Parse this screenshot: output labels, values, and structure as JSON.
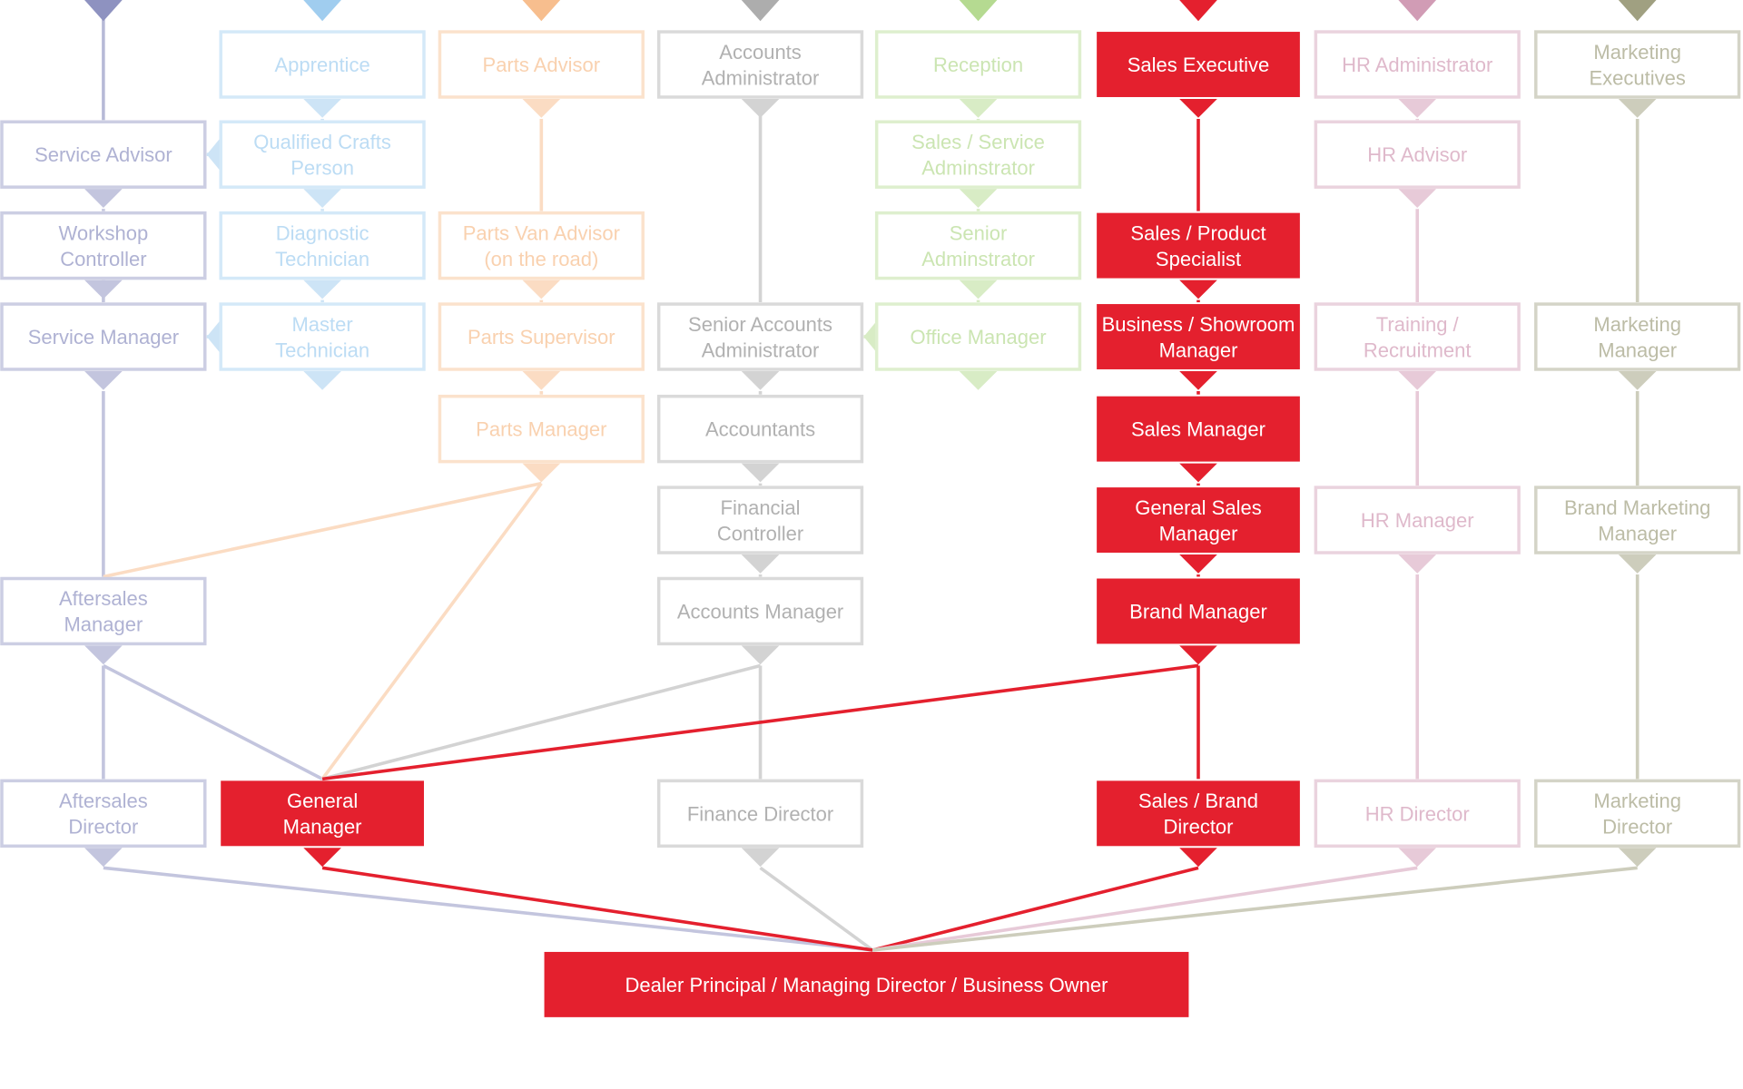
{
  "colors": {
    "active": "#e4202e",
    "active_text": "#ffffff",
    "dimmed_text": "#bdbdbd",
    "background": "#ffffff",
    "columns": {
      "service": "#7a7fb5",
      "technician": "#8fc4ec",
      "parts": "#f5b27a",
      "accounts": "#9e9e9e",
      "admin": "#a8d47e",
      "sales": "#e4202e",
      "hr": "#c98aa8",
      "marketing": "#8f8f6b"
    }
  },
  "columns": [
    {
      "id": "service",
      "icon": "triangle-marker-icon"
    },
    {
      "id": "technician",
      "icon": "triangle-marker-icon"
    },
    {
      "id": "parts",
      "icon": "triangle-marker-icon"
    },
    {
      "id": "accounts",
      "icon": "triangle-marker-icon"
    },
    {
      "id": "admin",
      "icon": "triangle-marker-icon"
    },
    {
      "id": "sales",
      "icon": "triangle-marker-icon"
    },
    {
      "id": "hr",
      "icon": "triangle-marker-icon"
    },
    {
      "id": "marketing",
      "icon": "triangle-marker-icon"
    }
  ],
  "roles": [
    {
      "id": "service-advisor",
      "col": "service",
      "lines": [
        "Service Advisor"
      ],
      "highlighted": false
    },
    {
      "id": "workshop-controller",
      "col": "service",
      "lines": [
        "Workshop",
        "Controller"
      ],
      "highlighted": false
    },
    {
      "id": "service-manager",
      "col": "service",
      "lines": [
        "Service Manager"
      ],
      "highlighted": false
    },
    {
      "id": "aftersales-manager",
      "col": "service",
      "lines": [
        "Aftersales",
        "Manager"
      ],
      "highlighted": false
    },
    {
      "id": "aftersales-director",
      "col": "service",
      "lines": [
        "Aftersales",
        "Director"
      ],
      "highlighted": false
    },
    {
      "id": "apprentice",
      "col": "technician",
      "lines": [
        "Apprentice"
      ],
      "highlighted": false
    },
    {
      "id": "qualified-crafts-person",
      "col": "technician",
      "lines": [
        "Qualified Crafts",
        "Person"
      ],
      "highlighted": false
    },
    {
      "id": "diagnostic-technician",
      "col": "technician",
      "lines": [
        "Diagnostic",
        "Technician"
      ],
      "highlighted": false
    },
    {
      "id": "master-technician",
      "col": "technician",
      "lines": [
        "Master",
        "Technician"
      ],
      "highlighted": false
    },
    {
      "id": "general-manager",
      "col": "technician",
      "lines": [
        "General",
        "Manager"
      ],
      "highlighted": true
    },
    {
      "id": "parts-advisor",
      "col": "parts",
      "lines": [
        "Parts Advisor"
      ],
      "highlighted": false
    },
    {
      "id": "parts-van-advisor",
      "col": "parts",
      "lines": [
        "Parts Van Advisor",
        "(on the road)"
      ],
      "highlighted": false
    },
    {
      "id": "parts-supervisor",
      "col": "parts",
      "lines": [
        "Parts Supervisor"
      ],
      "highlighted": false
    },
    {
      "id": "parts-manager",
      "col": "parts",
      "lines": [
        "Parts Manager"
      ],
      "highlighted": false
    },
    {
      "id": "accounts-administrator",
      "col": "accounts",
      "lines": [
        "Accounts",
        "Administrator"
      ],
      "highlighted": false
    },
    {
      "id": "senior-accounts-administrator",
      "col": "accounts",
      "lines": [
        "Senior Accounts",
        "Administrator"
      ],
      "highlighted": false
    },
    {
      "id": "accountants",
      "col": "accounts",
      "lines": [
        "Accountants"
      ],
      "highlighted": false
    },
    {
      "id": "financial-controller",
      "col": "accounts",
      "lines": [
        "Financial",
        "Controller"
      ],
      "highlighted": false
    },
    {
      "id": "accounts-manager",
      "col": "accounts",
      "lines": [
        "Accounts Manager"
      ],
      "highlighted": false
    },
    {
      "id": "finance-director",
      "col": "accounts",
      "lines": [
        "Finance Director"
      ],
      "highlighted": false
    },
    {
      "id": "reception",
      "col": "admin",
      "lines": [
        "Reception"
      ],
      "highlighted": false
    },
    {
      "id": "sales-service-administrator",
      "col": "admin",
      "lines": [
        "Sales / Service",
        "Adminstrator"
      ],
      "highlighted": false
    },
    {
      "id": "senior-administrator",
      "col": "admin",
      "lines": [
        "Senior",
        "Adminstrator"
      ],
      "highlighted": false
    },
    {
      "id": "office-manager",
      "col": "admin",
      "lines": [
        "Office Manager"
      ],
      "highlighted": false
    },
    {
      "id": "sales-executive",
      "col": "sales",
      "lines": [
        "Sales Executive"
      ],
      "highlighted": true
    },
    {
      "id": "sales-product-specialist",
      "col": "sales",
      "lines": [
        "Sales / Product",
        "Specialist"
      ],
      "highlighted": true
    },
    {
      "id": "business-showroom-manager",
      "col": "sales",
      "lines": [
        "Business / Showroom",
        "Manager"
      ],
      "highlighted": true
    },
    {
      "id": "sales-manager",
      "col": "sales",
      "lines": [
        "Sales Manager"
      ],
      "highlighted": true
    },
    {
      "id": "general-sales-manager",
      "col": "sales",
      "lines": [
        "General Sales",
        "Manager"
      ],
      "highlighted": true
    },
    {
      "id": "brand-manager",
      "col": "sales",
      "lines": [
        "Brand Manager"
      ],
      "highlighted": true
    },
    {
      "id": "sales-brand-director",
      "col": "sales",
      "lines": [
        "Sales / Brand",
        "Director"
      ],
      "highlighted": true
    },
    {
      "id": "hr-administrator",
      "col": "hr",
      "lines": [
        "HR Administrator"
      ],
      "highlighted": false
    },
    {
      "id": "hr-advisor",
      "col": "hr",
      "lines": [
        "HR Advisor"
      ],
      "highlighted": false
    },
    {
      "id": "training-recruitment",
      "col": "hr",
      "lines": [
        "Training /",
        "Recruitment"
      ],
      "highlighted": false
    },
    {
      "id": "hr-manager",
      "col": "hr",
      "lines": [
        "HR Manager"
      ],
      "highlighted": false
    },
    {
      "id": "hr-director",
      "col": "hr",
      "lines": [
        "HR Director"
      ],
      "highlighted": false
    },
    {
      "id": "marketing-executives",
      "col": "marketing",
      "lines": [
        "Marketing",
        "Executives"
      ],
      "highlighted": false
    },
    {
      "id": "marketing-manager",
      "col": "marketing",
      "lines": [
        "Marketing",
        "Manager"
      ],
      "highlighted": false
    },
    {
      "id": "brand-marketing-manager",
      "col": "marketing",
      "lines": [
        "Brand Marketing",
        "Manager"
      ],
      "highlighted": false
    },
    {
      "id": "marketing-director",
      "col": "marketing",
      "lines": [
        "Marketing",
        "Director"
      ],
      "highlighted": false
    },
    {
      "id": "dealer-principal",
      "col": "sales",
      "lines": [
        "Dealer Principal / Managing Director / Business Owner"
      ],
      "highlighted": true
    }
  ],
  "connections": [
    {
      "from": "service-advisor",
      "to": "workshop-controller",
      "highlighted": false
    },
    {
      "from": "workshop-controller",
      "to": "service-manager",
      "highlighted": false
    },
    {
      "from": "service-manager",
      "to": "aftersales-manager",
      "highlighted": false
    },
    {
      "from": "aftersales-manager",
      "to": "aftersales-director",
      "highlighted": false
    },
    {
      "from": "aftersales-manager",
      "to": "general-manager",
      "highlighted": false
    },
    {
      "from": "aftersales-director",
      "to": "dealer-principal",
      "highlighted": false
    },
    {
      "from": "apprentice",
      "to": "qualified-crafts-person",
      "highlighted": false
    },
    {
      "from": "qualified-crafts-person",
      "to": "service-advisor",
      "highlighted": false
    },
    {
      "from": "qualified-crafts-person",
      "to": "diagnostic-technician",
      "highlighted": false
    },
    {
      "from": "diagnostic-technician",
      "to": "master-technician",
      "highlighted": false
    },
    {
      "from": "master-technician",
      "to": "service-manager",
      "highlighted": false
    },
    {
      "from": "parts-advisor",
      "to": "parts-van-advisor",
      "highlighted": false
    },
    {
      "from": "parts-van-advisor",
      "to": "parts-supervisor",
      "highlighted": false
    },
    {
      "from": "parts-supervisor",
      "to": "parts-manager",
      "highlighted": false
    },
    {
      "from": "parts-manager",
      "to": "aftersales-manager",
      "highlighted": false
    },
    {
      "from": "parts-manager",
      "to": "general-manager",
      "highlighted": false
    },
    {
      "from": "accounts-administrator",
      "to": "senior-accounts-administrator",
      "highlighted": false
    },
    {
      "from": "senior-accounts-administrator",
      "to": "accountants",
      "highlighted": false
    },
    {
      "from": "accountants",
      "to": "financial-controller",
      "highlighted": false
    },
    {
      "from": "financial-controller",
      "to": "accounts-manager",
      "highlighted": false
    },
    {
      "from": "accounts-manager",
      "to": "finance-director",
      "highlighted": false
    },
    {
      "from": "accounts-manager",
      "to": "general-manager",
      "highlighted": false
    },
    {
      "from": "finance-director",
      "to": "dealer-principal",
      "highlighted": false
    },
    {
      "from": "reception",
      "to": "sales-service-administrator",
      "highlighted": false
    },
    {
      "from": "sales-service-administrator",
      "to": "senior-administrator",
      "highlighted": false
    },
    {
      "from": "senior-administrator",
      "to": "office-manager",
      "highlighted": false
    },
    {
      "from": "office-manager",
      "to": "senior-accounts-administrator",
      "highlighted": false
    },
    {
      "from": "sales-executive",
      "to": "sales-product-specialist",
      "highlighted": true
    },
    {
      "from": "sales-product-specialist",
      "to": "business-showroom-manager",
      "highlighted": true
    },
    {
      "from": "business-showroom-manager",
      "to": "sales-manager",
      "highlighted": true
    },
    {
      "from": "sales-manager",
      "to": "general-sales-manager",
      "highlighted": true
    },
    {
      "from": "general-sales-manager",
      "to": "brand-manager",
      "highlighted": true
    },
    {
      "from": "brand-manager",
      "to": "sales-brand-director",
      "highlighted": true
    },
    {
      "from": "brand-manager",
      "to": "general-manager",
      "highlighted": true
    },
    {
      "from": "sales-brand-director",
      "to": "dealer-principal",
      "highlighted": true
    },
    {
      "from": "general-manager",
      "to": "dealer-principal",
      "highlighted": true
    },
    {
      "from": "hr-administrator",
      "to": "hr-advisor",
      "highlighted": false
    },
    {
      "from": "hr-advisor",
      "to": "training-recruitment",
      "highlighted": false
    },
    {
      "from": "training-recruitment",
      "to": "hr-manager",
      "highlighted": false
    },
    {
      "from": "hr-manager",
      "to": "hr-director",
      "highlighted": false
    },
    {
      "from": "hr-director",
      "to": "dealer-principal",
      "highlighted": false
    },
    {
      "from": "marketing-executives",
      "to": "marketing-manager",
      "highlighted": false
    },
    {
      "from": "marketing-manager",
      "to": "brand-marketing-manager",
      "highlighted": false
    },
    {
      "from": "brand-marketing-manager",
      "to": "marketing-director",
      "highlighted": false
    },
    {
      "from": "marketing-director",
      "to": "dealer-principal",
      "highlighted": false
    }
  ]
}
